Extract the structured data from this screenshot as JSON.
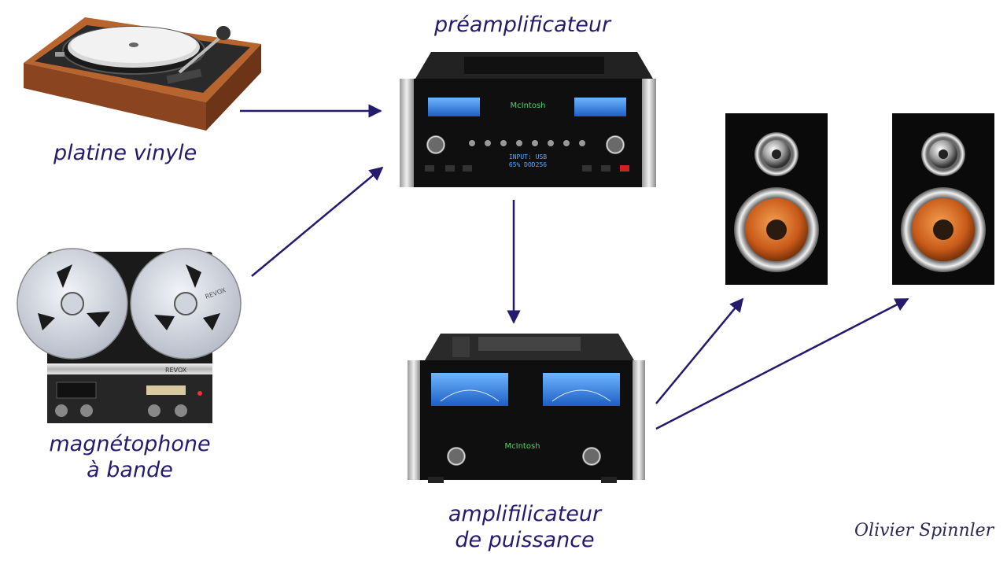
{
  "labels": {
    "preamp": "préamplificateur",
    "turntable": "platine vinyle",
    "tape_line1": "magnétophone",
    "tape_line2": "à bande",
    "amp_line1": "amplifilicateur",
    "amp_line2": "de puissance"
  },
  "credit": "Olivier Spinnler",
  "device_text": {
    "preamp_brand": "McIntosh",
    "preamp_display_line1": "INPUT: USB",
    "preamp_display_line2": "65%   DOD256",
    "amp_brand": "McIntosh",
    "tape_brand": "REVOX",
    "reel_brand": "REVOX"
  },
  "colors": {
    "label": "#241a6e",
    "arrow": "#241a6e",
    "meter": "#2d7fe0",
    "wood": "#a85a2a",
    "speaker_cone": "#d9702a"
  }
}
